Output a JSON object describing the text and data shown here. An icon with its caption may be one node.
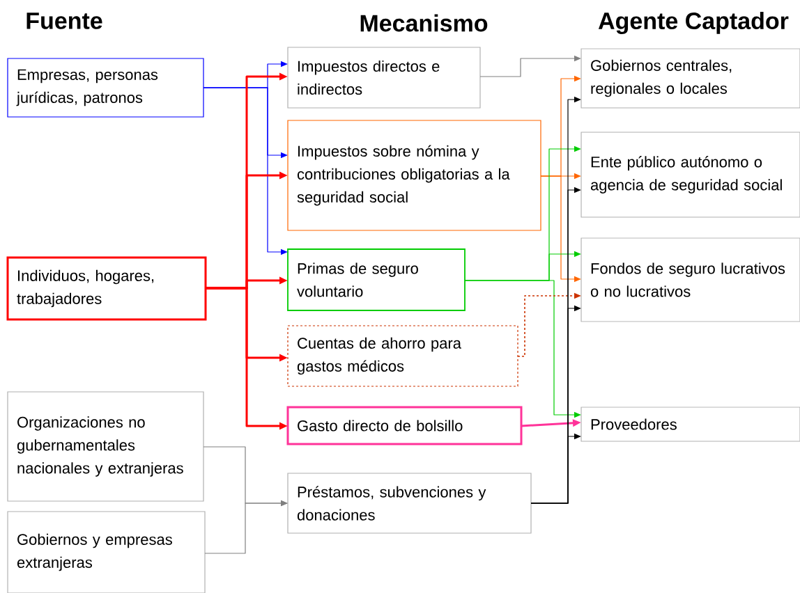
{
  "diagram": {
    "nodes": [
      {
        "text": [
          "Empresas, personas jurídicas, patronos"
        ]
      },
      {
        "text": [
          "Individuos, hogares, trabajadores"
        ]
      },
      {
        "text": [
          "Organizaciones no gubernamentales nacionales y extranjeras"
        ]
      },
      {
        "text": [
          "Gobiernos y empresas extranjeras"
        ]
      },
      {
        "text": [
          "Impuestos directos e indirectos"
        ]
      },
      {
        "text": [
          "Impuestos sobre nómina y contribuciones obligatorias a la seguridad social"
        ]
      },
      {
        "text": [
          "Primas de seguro voluntario"
        ]
      },
      {
        "text": [
          "Cuentas de ahorro para gastos médicos"
        ]
      },
      {
        "text": [
          "Gasto directo de bolsillo"
        ]
      },
      {
        "text": [
          "Préstamos, subvenciones y donaciones"
        ]
      },
      {
        "text": [
          "Gobiernos centrales, regionales o locales"
        ]
      },
      {
        "text": [
          "Ente público autónomo o agencia de seguridad social"
        ]
      },
      {
        "text": [
          "Fondos de seguro lucrativos o no lucrativos"
        ]
      },
      {
        "text": [
          "Proveedores"
        ]
      }
    ],
    "edges": [
      {
        "from": 0,
        "to": 4,
        "arrow": "to",
        "color": "#0000ff"
      },
      {
        "from": 0,
        "to": 5,
        "arrow": "to",
        "color": "#0000ff"
      },
      {
        "from": 0,
        "to": 6,
        "arrow": "to",
        "color": "#0000ff"
      },
      {
        "from": 1,
        "to": 4,
        "arrow": "to",
        "style": "thick",
        "color": "#ff0000"
      },
      {
        "from": 1,
        "to": 5,
        "arrow": "to",
        "style": "thick",
        "color": "#ff0000"
      },
      {
        "from": 1,
        "to": 6,
        "arrow": "to",
        "style": "thick",
        "color": "#ff0000"
      },
      {
        "from": 1,
        "to": 7,
        "arrow": "to",
        "style": "thick",
        "color": "#ff0000"
      },
      {
        "from": 1,
        "to": 8,
        "arrow": "to",
        "style": "thick",
        "color": "#ff0000"
      },
      {
        "from": 2,
        "to": 9,
        "arrow": "to",
        "color": "#808080"
      },
      {
        "from": 3,
        "to": 9,
        "arrow": "to",
        "color": "#808080"
      },
      {
        "from": 4,
        "to": 10,
        "arrow": "to",
        "color": "#808080"
      },
      {
        "from": 5,
        "to": 10,
        "arrow": "to",
        "color": "#ff6600"
      },
      {
        "from": 5,
        "to": 11,
        "arrow": "to",
        "color": "#ff6600"
      },
      {
        "from": 5,
        "to": 12,
        "arrow": "to",
        "color": "#ff6600"
      },
      {
        "from": 6,
        "to": 11,
        "arrow": "to",
        "color": "#00cc00"
      },
      {
        "from": 6,
        "to": 12,
        "arrow": "to",
        "color": "#00cc00"
      },
      {
        "from": 6,
        "to": 13,
        "arrow": "to",
        "color": "#00cc00"
      },
      {
        "from": 7,
        "to": 12,
        "arrow": "to",
        "style": "dashed",
        "color": "#cc3300"
      },
      {
        "from": 8,
        "to": 13,
        "arrow": "to",
        "style": "thick",
        "color": "#ff3399"
      },
      {
        "from": 9,
        "to": 10,
        "arrow": "to",
        "color": "#000000"
      },
      {
        "from": 9,
        "to": 11,
        "arrow": "to",
        "color": "#000000"
      },
      {
        "from": 9,
        "to": 12,
        "arrow": "to",
        "color": "#000000"
      },
      {
        "from": 9,
        "to": 13,
        "arrow": "to",
        "color": "#000000"
      }
    ],
    "labels": [
      "Fuente",
      "Mecanismo",
      "Agente Captador"
    ]
  }
}
